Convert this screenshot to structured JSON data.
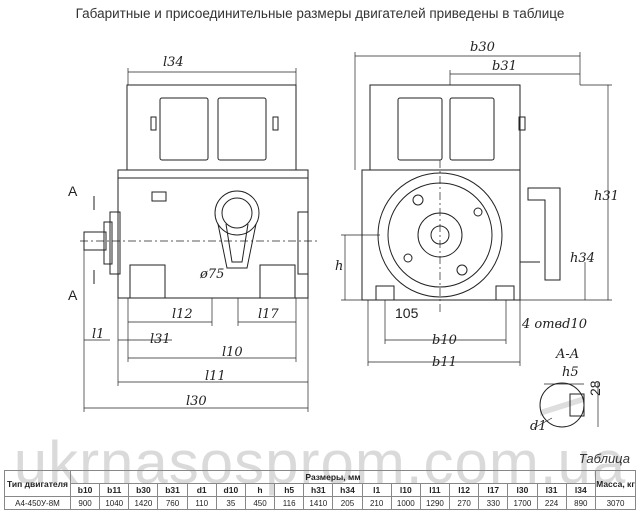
{
  "heading": "Габаритные и присоединительные размеры двигателей приведены в таблице",
  "watermark": "ukrnasosprom.com.ua",
  "drawing_labels": {
    "l34": "l34",
    "b30": "b30",
    "b31": "b31",
    "h31": "h31",
    "h": "h",
    "h34": "h34",
    "A_top": "A",
    "A_bottom": "A",
    "dia75": "ø75",
    "l12": "l12",
    "l17": "l17",
    "l1": "l1",
    "l31": "l31",
    "l10": "l10",
    "l11": "l11",
    "l30": "l30",
    "n105": "105",
    "holes": "4 отвd10",
    "b10": "b10",
    "b11": "b11",
    "section": "A-A",
    "h5": "h5",
    "n28": "28",
    "d1": "d1"
  },
  "table_caption": "Таблица",
  "table": {
    "type_header": "Тип двигателя",
    "sizes_header": "Размеры, мм",
    "mass_header": "Масса, кг",
    "columns": [
      "b10",
      "b11",
      "b30",
      "b31",
      "d1",
      "d10",
      "h",
      "h5",
      "h31",
      "h34",
      "l1",
      "l10",
      "l11",
      "l12",
      "l17",
      "l30",
      "l31",
      "l34"
    ],
    "row": {
      "type": "А4-450У-8М",
      "values": [
        "900",
        "1040",
        "1420",
        "760",
        "110",
        "35",
        "450",
        "116",
        "1410",
        "205",
        "210",
        "1000",
        "1290",
        "270",
        "330",
        "1700",
        "224",
        "890"
      ],
      "mass": "3070"
    }
  }
}
